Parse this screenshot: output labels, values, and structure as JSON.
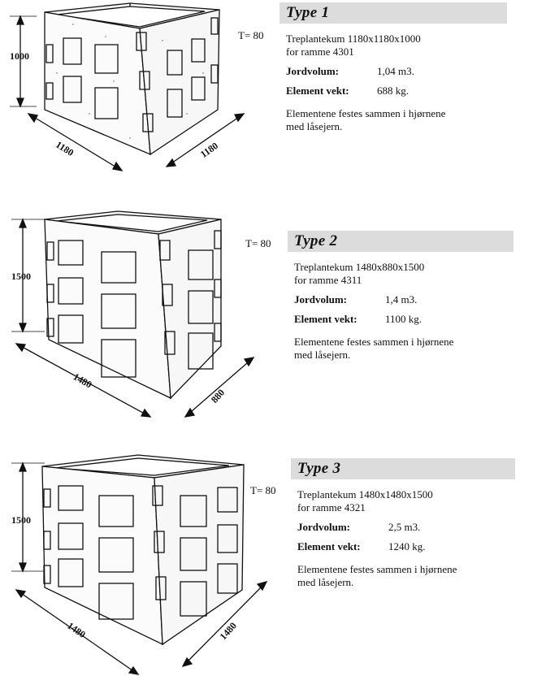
{
  "items": [
    {
      "title": "Type 1",
      "thickness": "T= 80",
      "desc_line1": "Treplantekum 1180x1180x1000",
      "desc_line2": "for ramme 4301",
      "jordvolum_label": "Jordvolum:",
      "jordvolum_value": "1,04 m3.",
      "vekt_label": "Element vekt:",
      "vekt_value": "688 kg.",
      "note_line1": "Elementene festes sammen i hjørnene",
      "note_line2": "med låsejern.",
      "dim_height": "1000",
      "dim_left": "1180",
      "dim_right": "1180"
    },
    {
      "title": "Type 2",
      "thickness": "T= 80",
      "desc_line1": "Treplantekum 1480x880x1500",
      "desc_line2": "for ramme 4311",
      "jordvolum_label": "Jordvolum:",
      "jordvolum_value": "1,4 m3.",
      "vekt_label": "Element vekt:",
      "vekt_value": "1100 kg.",
      "note_line1": "Elementene festes sammen i hjørnene",
      "note_line2": "med låsejern.",
      "dim_height": "1500",
      "dim_left": "1480",
      "dim_right": "880"
    },
    {
      "title": "Type 3",
      "thickness": "T= 80",
      "desc_line1": "Treplantekum 1480x1480x1500",
      "desc_line2": "for ramme 4321",
      "jordvolum_label": "Jordvolum:",
      "jordvolum_value": "2,5 m3.",
      "vekt_label": "Element vekt:",
      "vekt_value": "1240 kg.",
      "note_line1": "Elementene festes sammen i hjørnene",
      "note_line2": "med låsejern.",
      "dim_height": "1500",
      "dim_left": "1480",
      "dim_right": "1480"
    }
  ]
}
